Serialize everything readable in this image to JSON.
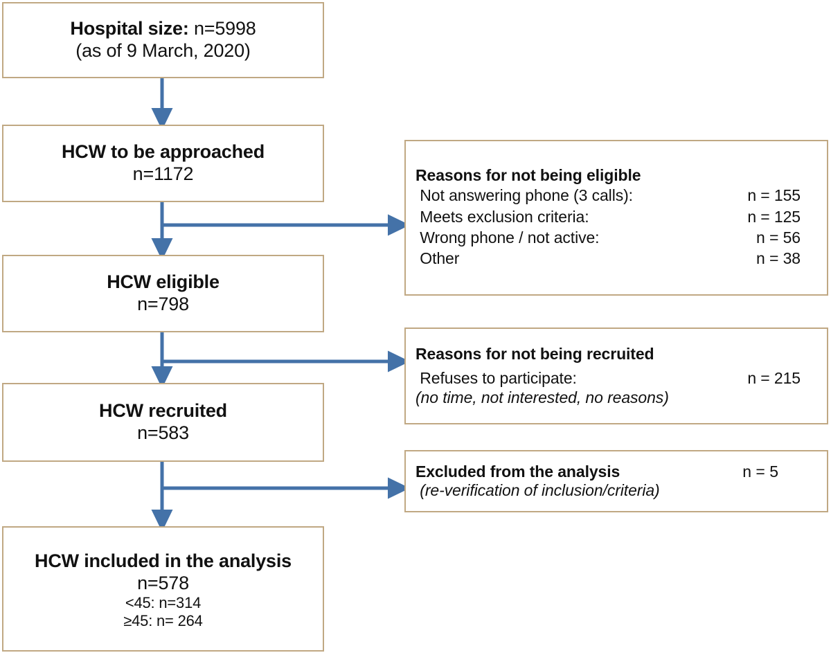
{
  "figure": {
    "type": "flowchart",
    "accent_color": "#4472a8",
    "box_border_color": "#c0a883",
    "background": "#ffffff"
  },
  "nodes": {
    "hospital_size": {
      "title": "Hospital size:",
      "count": " n=5998",
      "line2": "(as of 9 March, 2020)"
    },
    "approached": {
      "title": "HCW to be approached",
      "count": "n=1172"
    },
    "eligible": {
      "title": "HCW eligible",
      "count": "n=798"
    },
    "recruited": {
      "title": "HCW recruited",
      "count": "n=583"
    },
    "included": {
      "title": "HCW included in the analysis",
      "count": "n=578",
      "breakdown": [
        "<45: n=314",
        "≥45: n= 264"
      ]
    }
  },
  "panels": {
    "not_eligible": {
      "title": "Reasons for not being eligible",
      "rows": [
        {
          "label": " Not answering phone (3 calls):",
          "value": "n = 155"
        },
        {
          "label": " Meets exclusion criteria:",
          "value": "n = 125"
        },
        {
          "label": " Wrong phone / not active:",
          "value": "n = 56"
        },
        {
          "label": " Other",
          "value": "n = 38"
        }
      ]
    },
    "not_recruited": {
      "title": "Reasons for not being recruited",
      "rows": [
        {
          "label": " Refuses to participate:",
          "value": "n = 215"
        }
      ],
      "note": "(no time, not interested, no reasons)"
    },
    "excluded": {
      "title": "Excluded from the analysis",
      "value": "n = 5",
      "note": " (re-verification of inclusion/criteria)"
    }
  }
}
